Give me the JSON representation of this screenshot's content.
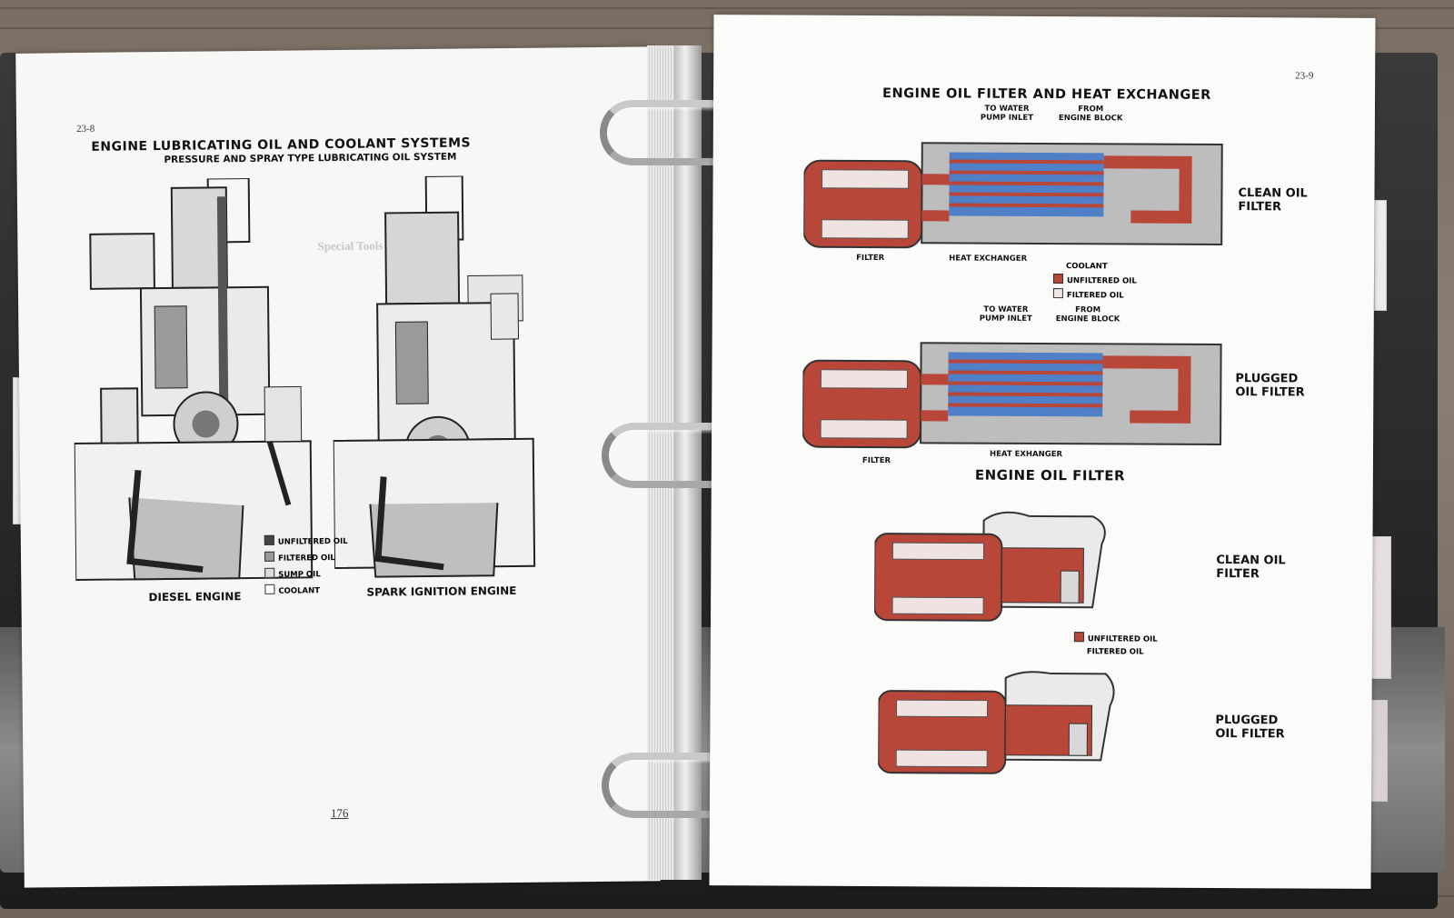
{
  "left_page": {
    "page_ref": "23-8",
    "title": "ENGINE LUBRICATING OIL AND COOLANT SYSTEMS",
    "subtitle": "PRESSURE AND SPRAY TYPE LUBRICATING OIL SYSTEM",
    "diagram_captions": [
      "DIESEL ENGINE",
      "SPARK IGNITION ENGINE"
    ],
    "legend": [
      "UNFILTERED OIL",
      "FILTERED OIL",
      "SUMP OIL",
      "COOLANT"
    ],
    "footer_number": "176",
    "faint_heading": "Special Tools"
  },
  "right_page": {
    "page_ref": "23-9",
    "title": "ENGINE OIL FILTER AND HEAT EXCHANGER",
    "diagram1": {
      "label_water": "TO WATER\nPUMP INLET",
      "label_block": "FROM\nENGINE BLOCK",
      "label_filter": "FILTER",
      "label_exchanger": "HEAT EXCHANGER",
      "side_label": "CLEAN OIL\nFILTER"
    },
    "legend1": [
      "COOLANT",
      "UNFILTERED OIL",
      "FILTERED OIL"
    ],
    "diagram2": {
      "label_water": "TO WATER\nPUMP INLET",
      "label_block": "FROM\nENGINE BLOCK",
      "label_filter": "FILTER",
      "label_exchanger": "HEAT EXHANGER",
      "side_label": "PLUGGED\nOIL FILTER"
    },
    "section_title": "ENGINE OIL FILTER",
    "diagram3": {
      "side_label": "CLEAN OIL\nFILTER"
    },
    "legend2": [
      "UNFILTERED OIL",
      "FILTERED OIL"
    ],
    "diagram4": {
      "side_label": "PLUGGED\nOIL FILTER"
    }
  },
  "colors": {
    "oil_red": "#b8473a",
    "coolant_blue": "#4f7fc6",
    "metal_gray": "#8e8e8e",
    "paper": "#fbfbfa"
  }
}
